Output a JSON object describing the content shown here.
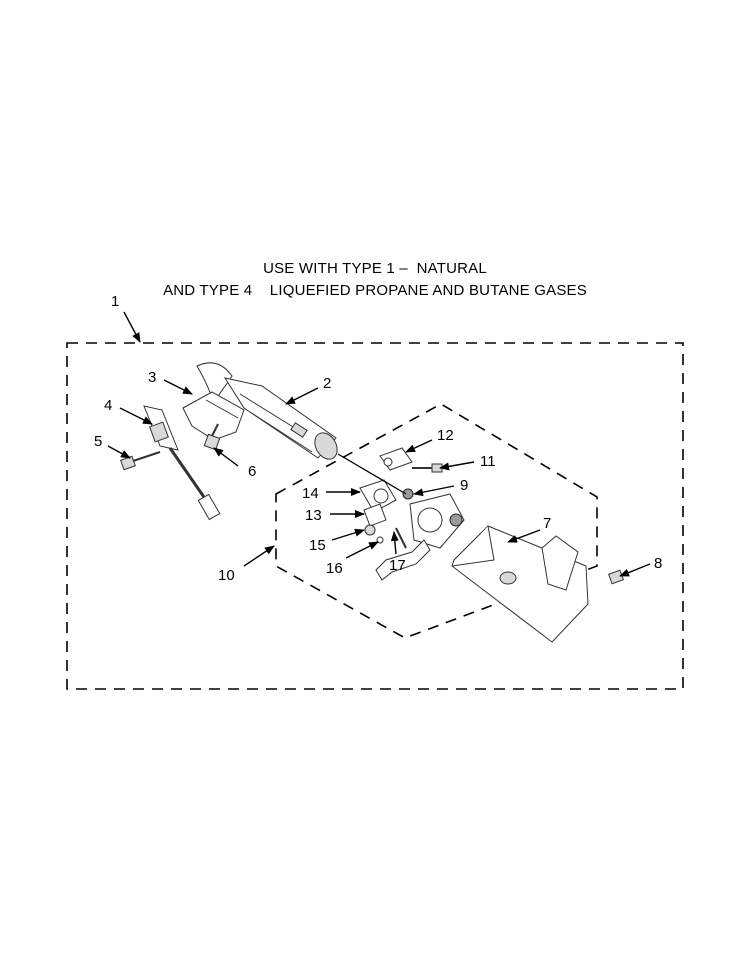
{
  "header": {
    "line1": "USE WITH TYPE 1 –  NATURAL",
    "line2": "AND TYPE 4    LIQUEFIED PROPANE AND BUTANE GASES"
  },
  "callouts": [
    "1",
    "2",
    "3",
    "4",
    "5",
    "6",
    "7",
    "8",
    "9",
    "10",
    "11",
    "12",
    "13",
    "14",
    "15",
    "16",
    "17"
  ]
}
